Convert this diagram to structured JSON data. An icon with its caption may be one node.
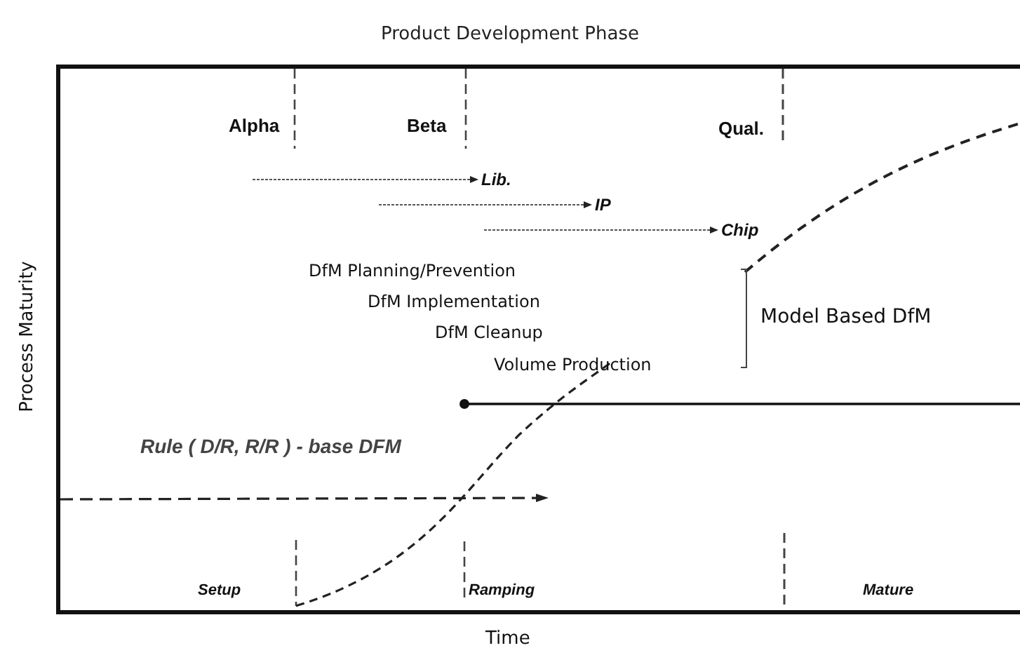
{
  "diagram": {
    "title": "Product Development Phase",
    "nodes": [
      {
        "text": [
          "Lib."
        ]
      },
      {
        "text": [
          "IP"
        ]
      },
      {
        "text": [
          "Chip"
        ]
      }
    ],
    "edges": [
      {
        "from": null,
        "to": 0,
        "arrow": "to",
        "style": "dashed"
      },
      {
        "from": null,
        "to": 1,
        "arrow": "to",
        "style": "dashed"
      },
      {
        "from": null,
        "to": 2,
        "arrow": "to",
        "style": "dashed"
      }
    ],
    "labels": [
      "Alpha",
      "Beta",
      "Qual.",
      "DfM Planning/Prevention",
      "DfM Implementation",
      "DfM Cleanup",
      "Volume Production",
      "Model Based DfM",
      "Rule ( D/R, R/R ) - base DFM",
      "Setup",
      "Ramping",
      "Mature",
      "Process Maturity",
      "Time"
    ]
  }
}
